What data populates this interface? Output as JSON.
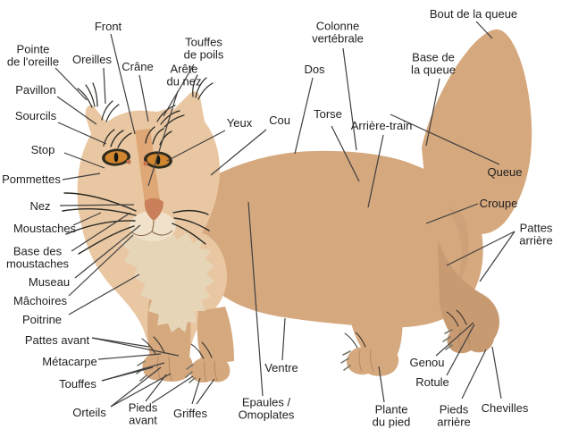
{
  "diagram": {
    "subject": "anatomie externe du chat (external anatomy of the cat)",
    "colors": {
      "body": "#d5a87e",
      "shadow": "#c89a72",
      "head": "#e9c7a2",
      "ruff": "#e7d5b8",
      "muzzle": "#f0e1ca",
      "nose_stripe": "#d99c66",
      "nose": "#c9805a",
      "iris": "#d0852e",
      "eye_outline": "#2e2c1e",
      "pupil": "#151510",
      "eye_corner": "#c4724e",
      "whisker": "#2a2a24",
      "toeline": "#b68c63",
      "claw": "#76766a",
      "line": "#3f3f3f",
      "text": "#1f1f1f"
    },
    "labels": [
      {
        "id": "front",
        "text": "Front"
      },
      {
        "id": "pointe_oreille",
        "text": "Pointe\nde l'oreille"
      },
      {
        "id": "oreilles",
        "text": "Oreilles"
      },
      {
        "id": "crane",
        "text": "Crâne"
      },
      {
        "id": "arete_nez",
        "text": "Arête\ndu nez"
      },
      {
        "id": "touffes_poils",
        "text": "Touffes\nde poils"
      },
      {
        "id": "pavillon",
        "text": "Pavillon"
      },
      {
        "id": "sourcils",
        "text": "Sourcils"
      },
      {
        "id": "yeux",
        "text": "Yeux"
      },
      {
        "id": "cou",
        "text": "Cou"
      },
      {
        "id": "colonne_vertebrale",
        "text": "Colonne\nvertébrale"
      },
      {
        "id": "dos",
        "text": "Dos"
      },
      {
        "id": "torse",
        "text": "Torse"
      },
      {
        "id": "arriere_train",
        "text": "Arrière-train"
      },
      {
        "id": "base_queue",
        "text": "Base de\nla queue"
      },
      {
        "id": "bout_queue",
        "text": "Bout de la queue"
      },
      {
        "id": "queue",
        "text": "Queue"
      },
      {
        "id": "croupe",
        "text": "Croupe"
      },
      {
        "id": "pattes_arriere",
        "text": "Pattes\narrière"
      },
      {
        "id": "stop",
        "text": "Stop"
      },
      {
        "id": "pommettes",
        "text": "Pommettes"
      },
      {
        "id": "nez",
        "text": "Nez"
      },
      {
        "id": "moustaches",
        "text": "Moustaches"
      },
      {
        "id": "base_moustaches",
        "text": "Base des\nmoustaches"
      },
      {
        "id": "museau",
        "text": "Museau"
      },
      {
        "id": "machoires",
        "text": "Mâchoires"
      },
      {
        "id": "poitrine",
        "text": "Poitrine"
      },
      {
        "id": "pattes_avant",
        "text": "Pattes avant"
      },
      {
        "id": "metacarpe",
        "text": "Métacarpe"
      },
      {
        "id": "touffes",
        "text": "Touffes"
      },
      {
        "id": "orteils",
        "text": "Orteils"
      },
      {
        "id": "pieds_avant",
        "text": "Pieds\navant"
      },
      {
        "id": "griffes",
        "text": "Griffes"
      },
      {
        "id": "ventre",
        "text": "Ventre"
      },
      {
        "id": "epaules_omoplates",
        "text": "Epaules /\nOmoplates"
      },
      {
        "id": "plante_pied",
        "text": "Plante\ndu pied"
      },
      {
        "id": "genou",
        "text": "Genou"
      },
      {
        "id": "rotule",
        "text": "Rotule"
      },
      {
        "id": "pieds_arriere",
        "text": "Pieds\narrière"
      },
      {
        "id": "chevilles",
        "text": "Chevilles"
      }
    ]
  }
}
